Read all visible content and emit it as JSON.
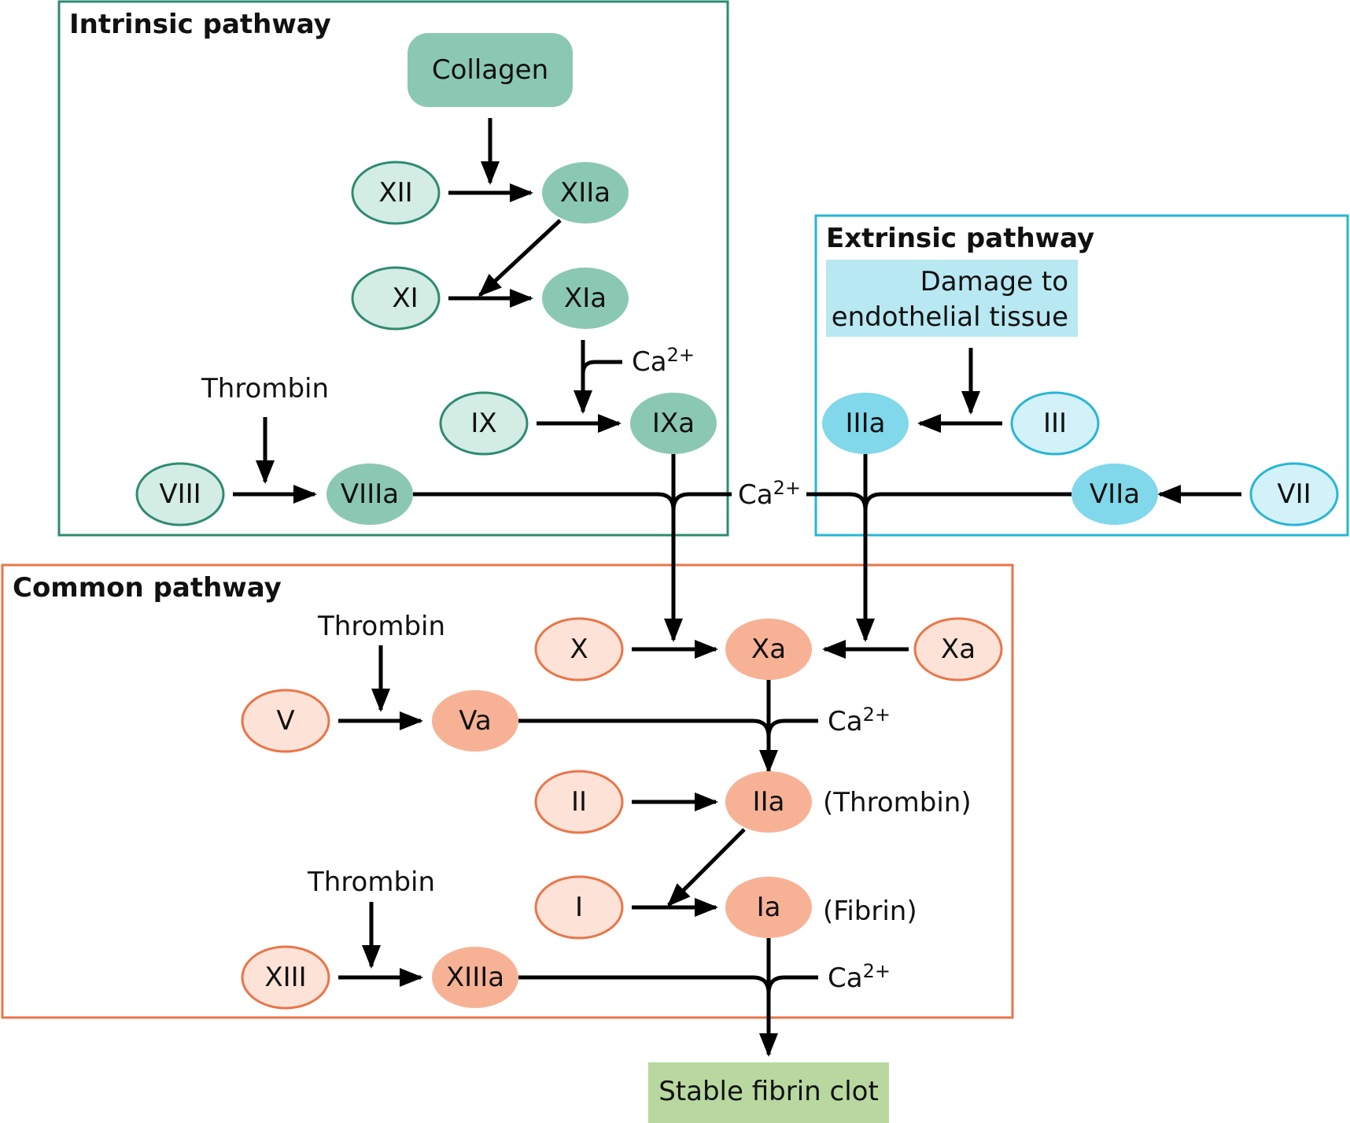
{
  "intrinsic": {
    "title": "Intrinsic pathway",
    "collagen": "Collagen",
    "xii": "XII",
    "xiia": "XIIa",
    "xi": "XI",
    "xia": "XIa",
    "ix": "IX",
    "ixa": "IXa",
    "viii": "VIII",
    "viiia": "VIIIa",
    "thrombin": "Thrombin",
    "ca": "Ca",
    "ca_sup": "2+"
  },
  "extrinsic": {
    "title": "Extrinsic pathway",
    "damage_line1": "Damage to",
    "damage_line2": "endothelial tissue",
    "iii": "III",
    "iiia": "IIIa",
    "vii": "VII",
    "viia": "VIIa"
  },
  "junction": {
    "ca": "Ca",
    "ca_sup": "2+"
  },
  "common": {
    "title": "Common pathway",
    "thrombin_top": "Thrombin",
    "x": "X",
    "xa": "Xa",
    "xa_right": "Xa",
    "v": "V",
    "va": "Va",
    "ca_va": "Ca",
    "ca_va_sup": "2+",
    "ii": "II",
    "iia": "IIa",
    "iia_note": "(Thrombin)",
    "i": "I",
    "ia": "Ia",
    "ia_note": "(Fibrin)",
    "thrombin_bottom": "Thrombin",
    "xiii": "XIII",
    "xiiia": "XIIIa",
    "ca_xiii": "Ca",
    "ca_xiii_sup": "2+"
  },
  "outcome": {
    "clot": "Stable fibrin clot"
  },
  "colors": {
    "intrinsic_border": "#2e8b73",
    "intrinsic_fill_light": "#d3ece4",
    "intrinsic_fill_dark": "#8bc8b4",
    "extrinsic_border": "#27b6d6",
    "extrinsic_fill_light": "#d3f1f8",
    "extrinsic_fill_dark": "#80d8ea",
    "extrinsic_damage_fill": "#b8e8f2",
    "common_border": "#ea7548",
    "common_fill_light": "#fde2d8",
    "common_fill_dark": "#f7b295",
    "clot_fill": "#b8d8a0"
  }
}
